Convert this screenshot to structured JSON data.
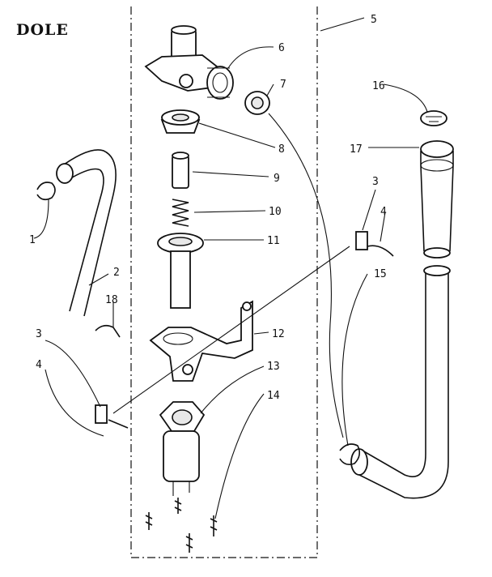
{
  "title": "DOLE",
  "callouts": [
    "1",
    "2",
    "3",
    "4",
    "5",
    "6",
    "7",
    "8",
    "9",
    "10",
    "11",
    "12",
    "13",
    "14",
    "15",
    "16",
    "17",
    "18"
  ],
  "colors": {
    "ink": "#111111",
    "paper": "#ffffff"
  }
}
